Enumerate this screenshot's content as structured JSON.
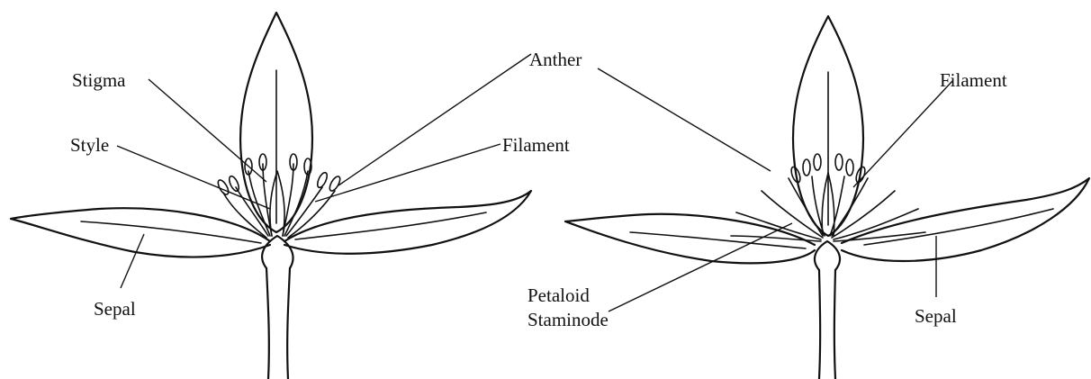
{
  "labels": {
    "left": {
      "stigma": "Stigma",
      "style": "Style",
      "sepal": "Sepal",
      "anther": "Anther",
      "filament": "Filament"
    },
    "right": {
      "filament": "Filament",
      "petaloid_line1": "Petaloid",
      "petaloid_line2": "Staminode",
      "sepal": "Sepal"
    }
  }
}
